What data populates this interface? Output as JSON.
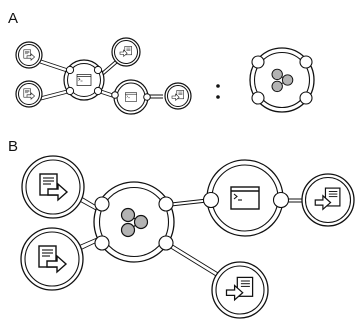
{
  "panels": {
    "a": {
      "label": "A"
    },
    "b": {
      "label": "B"
    }
  },
  "icons": {
    "document_output": "document-export-icon",
    "document_input": "document-import-icon",
    "terminal": "terminal-window-icon",
    "graph": "graph-nodes-icon",
    "colon": "colon-separator"
  },
  "colors": {
    "stroke": "#111111",
    "node_fill": "#b3b3b3",
    "background": "#ffffff"
  }
}
